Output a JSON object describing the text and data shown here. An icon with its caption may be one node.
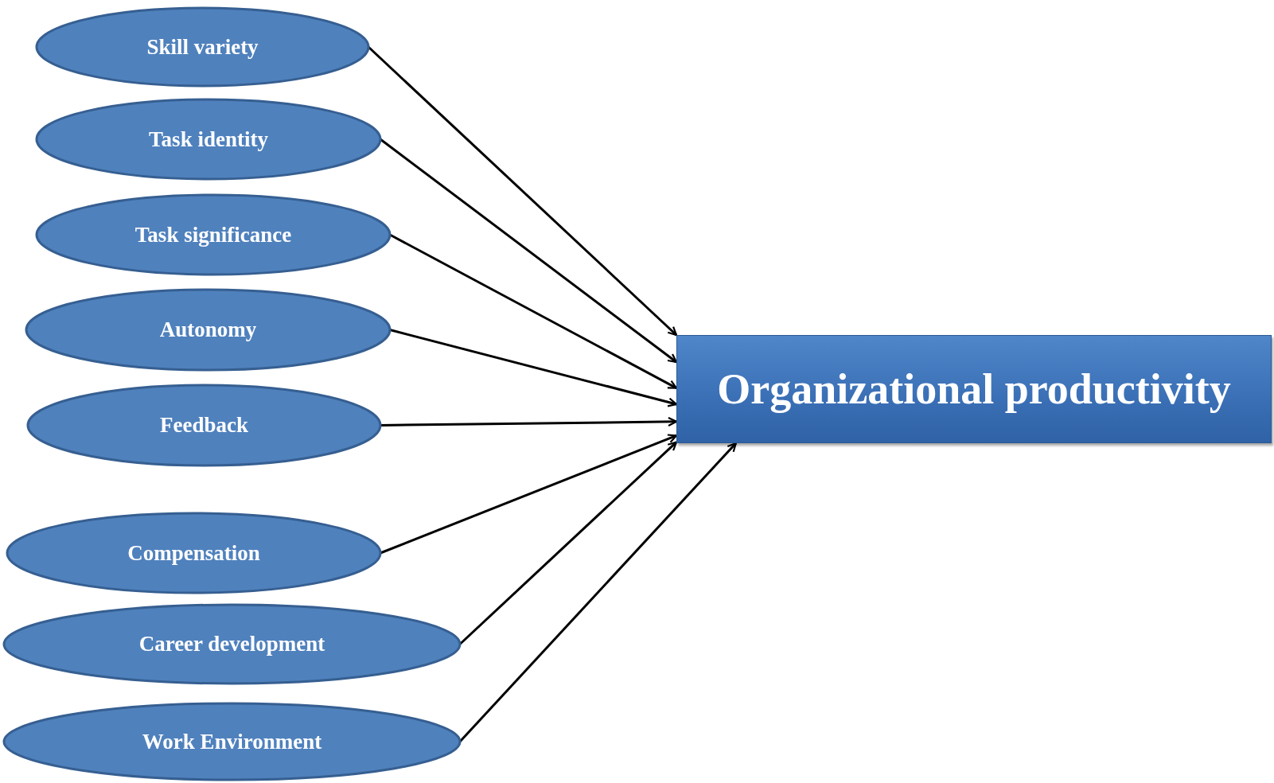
{
  "diagram": {
    "nodes": [
      {
        "text": [
          "Skill variety"
        ]
      },
      {
        "text": [
          "Task identity"
        ]
      },
      {
        "text": [
          "Task significance"
        ]
      },
      {
        "text": [
          "Autonomy"
        ]
      },
      {
        "text": [
          "Feedback"
        ]
      },
      {
        "text": [
          "Compensation"
        ]
      },
      {
        "text": [
          "Career development"
        ]
      },
      {
        "text": [
          "Work Environment"
        ]
      },
      {
        "text": [
          "Organizational productivity"
        ]
      }
    ],
    "edges": [
      {
        "from": 0,
        "to": 8,
        "arrow": "to"
      },
      {
        "from": 1,
        "to": 8,
        "arrow": "to"
      },
      {
        "from": 2,
        "to": 8,
        "arrow": "to"
      },
      {
        "from": 3,
        "to": 8,
        "arrow": "to"
      },
      {
        "from": 4,
        "to": 8,
        "arrow": "to"
      },
      {
        "from": 5,
        "to": 8,
        "arrow": "to"
      },
      {
        "from": 6,
        "to": 8,
        "arrow": "to"
      },
      {
        "from": 7,
        "to": 8,
        "arrow": "to"
      }
    ]
  }
}
